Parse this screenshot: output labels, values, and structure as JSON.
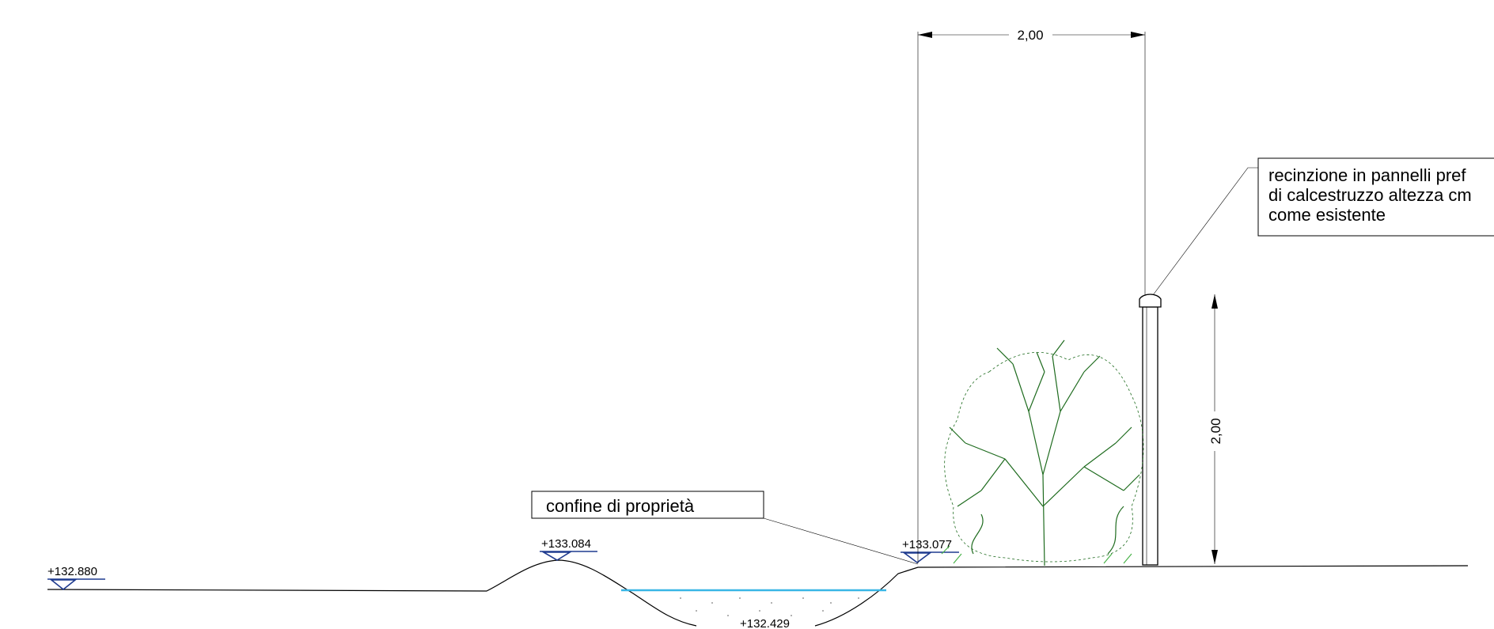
{
  "levels": {
    "left": "+132.880",
    "crest": "+133.084",
    "bank": "+133.077",
    "channel_bottom": "+132.429"
  },
  "dimensions": {
    "horizontal": "2,00",
    "vertical": "2,00"
  },
  "labels": {
    "property_boundary": "confine di proprietà",
    "fence_note": [
      "recinzione in pannelli pref",
      "di calcestruzzo altezza cm",
      "come esistente"
    ]
  },
  "colors": {
    "line": "#000000",
    "level_marker": "#1f3b8f",
    "water": "#39b6e6",
    "vegetation": "#1e6b1e"
  }
}
